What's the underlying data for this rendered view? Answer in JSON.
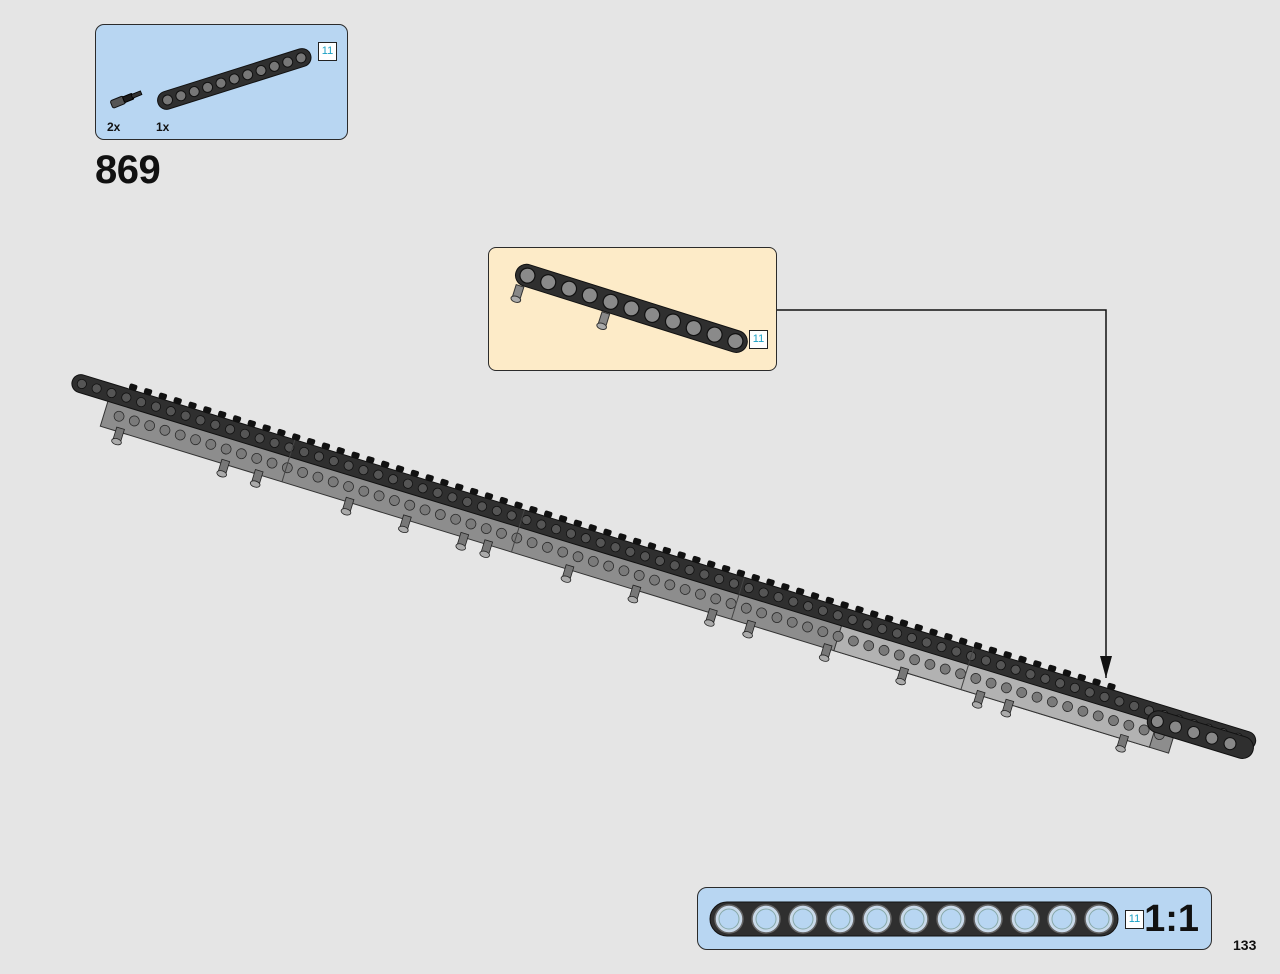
{
  "parts_list": {
    "items": [
      {
        "qty": "2x",
        "icon": "axle-pin-icon"
      },
      {
        "qty": "1x",
        "icon": "technic-beam-11-icon"
      }
    ],
    "beam_length": "11"
  },
  "step": {
    "number": "869"
  },
  "callout": {
    "beam_length": "11"
  },
  "ruler": {
    "beam_length": "11",
    "scale": "1:1",
    "hole_count": 11
  },
  "page": {
    "number": "133"
  },
  "colors": {
    "parts_bg": "#b8d6f2",
    "callout_bg": "#fdebc8",
    "page_bg": "#e5e5e5",
    "beam_dark": "#2f2f2f",
    "beam_light": "#9a9a9a",
    "length_text": "#1aa0c4"
  }
}
